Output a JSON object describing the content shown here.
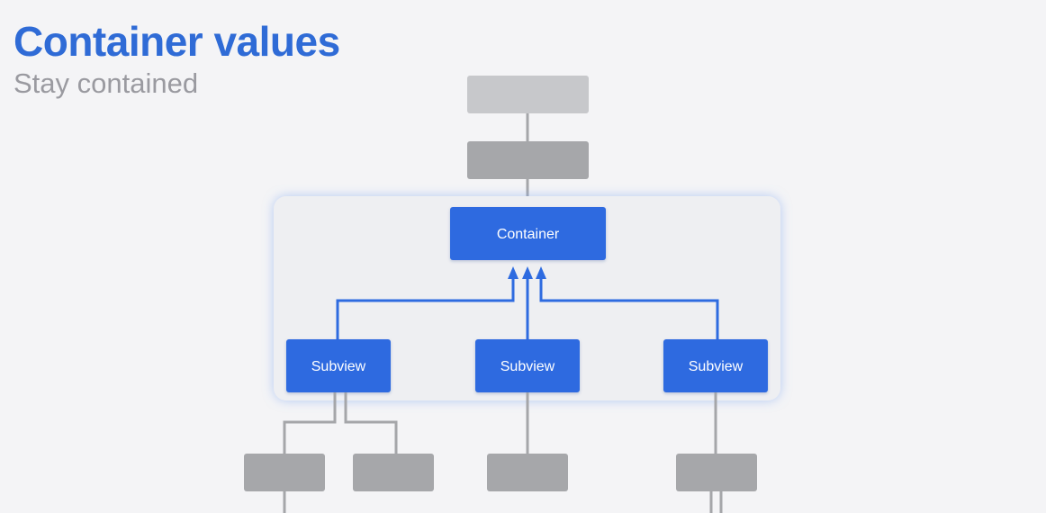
{
  "slide": {
    "title": "Container values",
    "subtitle": "Stay contained"
  },
  "diagram": {
    "container_label": "Container",
    "subviews": [
      {
        "label": "Subview"
      },
      {
        "label": "Subview"
      },
      {
        "label": "Subview"
      }
    ]
  },
  "colors": {
    "title": "#2f6bd6",
    "subtitle": "#9a9aa0",
    "node_blue": "#2e6be0",
    "arrow_blue": "#2e6be0",
    "node_gray_light": "#c7c8cb",
    "node_gray": "#a6a7aa",
    "line_gray": "#a5a6a9",
    "group_fill": "#eeeff2",
    "node_text": "#ffffff"
  }
}
